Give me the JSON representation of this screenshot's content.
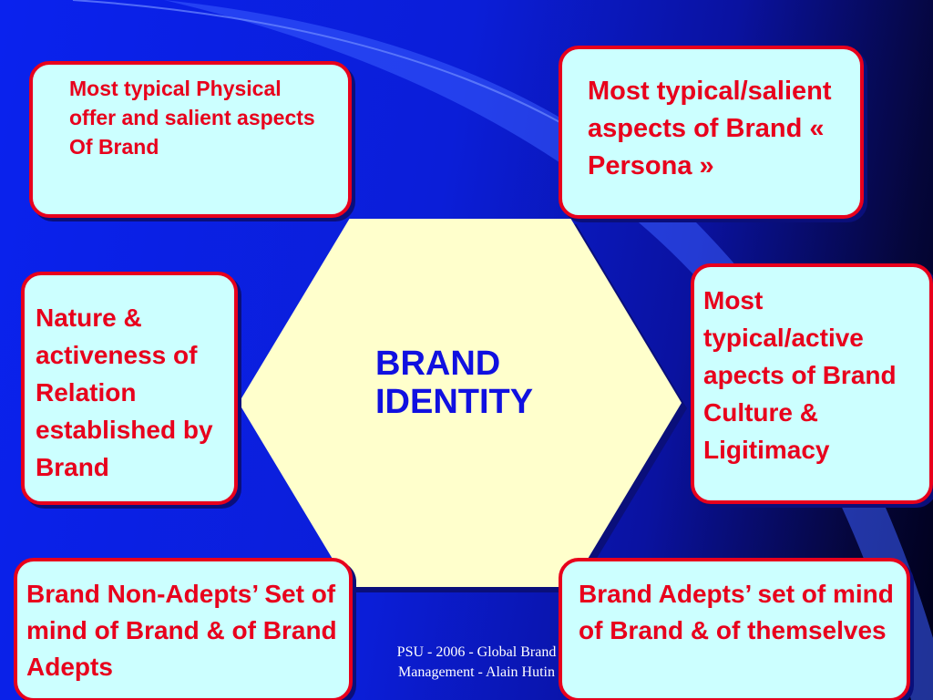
{
  "center": {
    "title": "BRAND\nIDENTITY"
  },
  "boxes": {
    "top_left": "Most typical Physical offer and salient aspects Of Brand",
    "top_right": "Most typical/salient aspects of Brand « Persona »",
    "middle_left": "Nature & activeness of Relation established by Brand",
    "middle_right": "Most typical/active apects of Brand Culture & Ligitimacy",
    "bottom_left": "Brand Non-Adepts’ Set of mind of Brand & of Brand Adepts",
    "bottom_right": "Brand Adepts’ set of mind of Brand & of themselves"
  },
  "footer": {
    "text": "PSU - 2006 - Global Brand\nManagement - Alain Hutin"
  },
  "colors": {
    "background": "#0a22ee",
    "box_fill": "#ccffff",
    "box_border": "#e8001c",
    "box_text": "#e8001c",
    "hexagon_fill": "#ffffcc",
    "title_text": "#1010e0"
  }
}
